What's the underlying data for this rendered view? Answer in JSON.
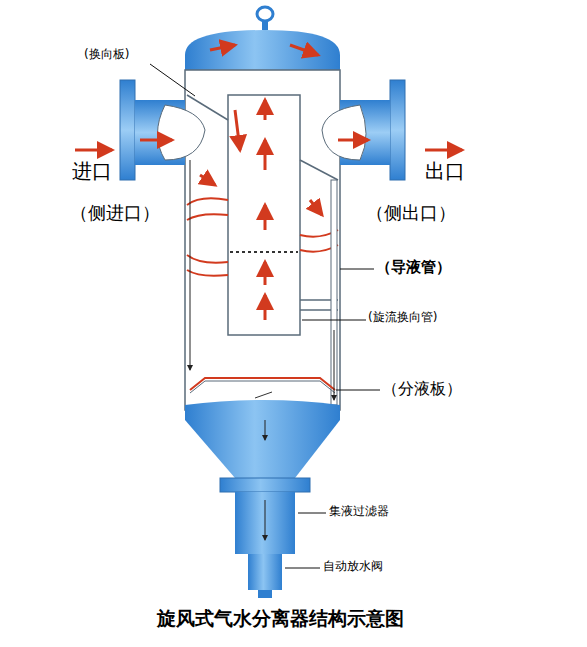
{
  "diagram": {
    "caption": "旋风式气水分离器结构示意图",
    "labels": [
      "(换向板)",
      "进口",
      "出口",
      "（侧进口）",
      "（侧出口）",
      "（导液管）",
      "(旋流换向管)",
      "（分液板）",
      "集液过滤器",
      "自动放水阀"
    ]
  }
}
